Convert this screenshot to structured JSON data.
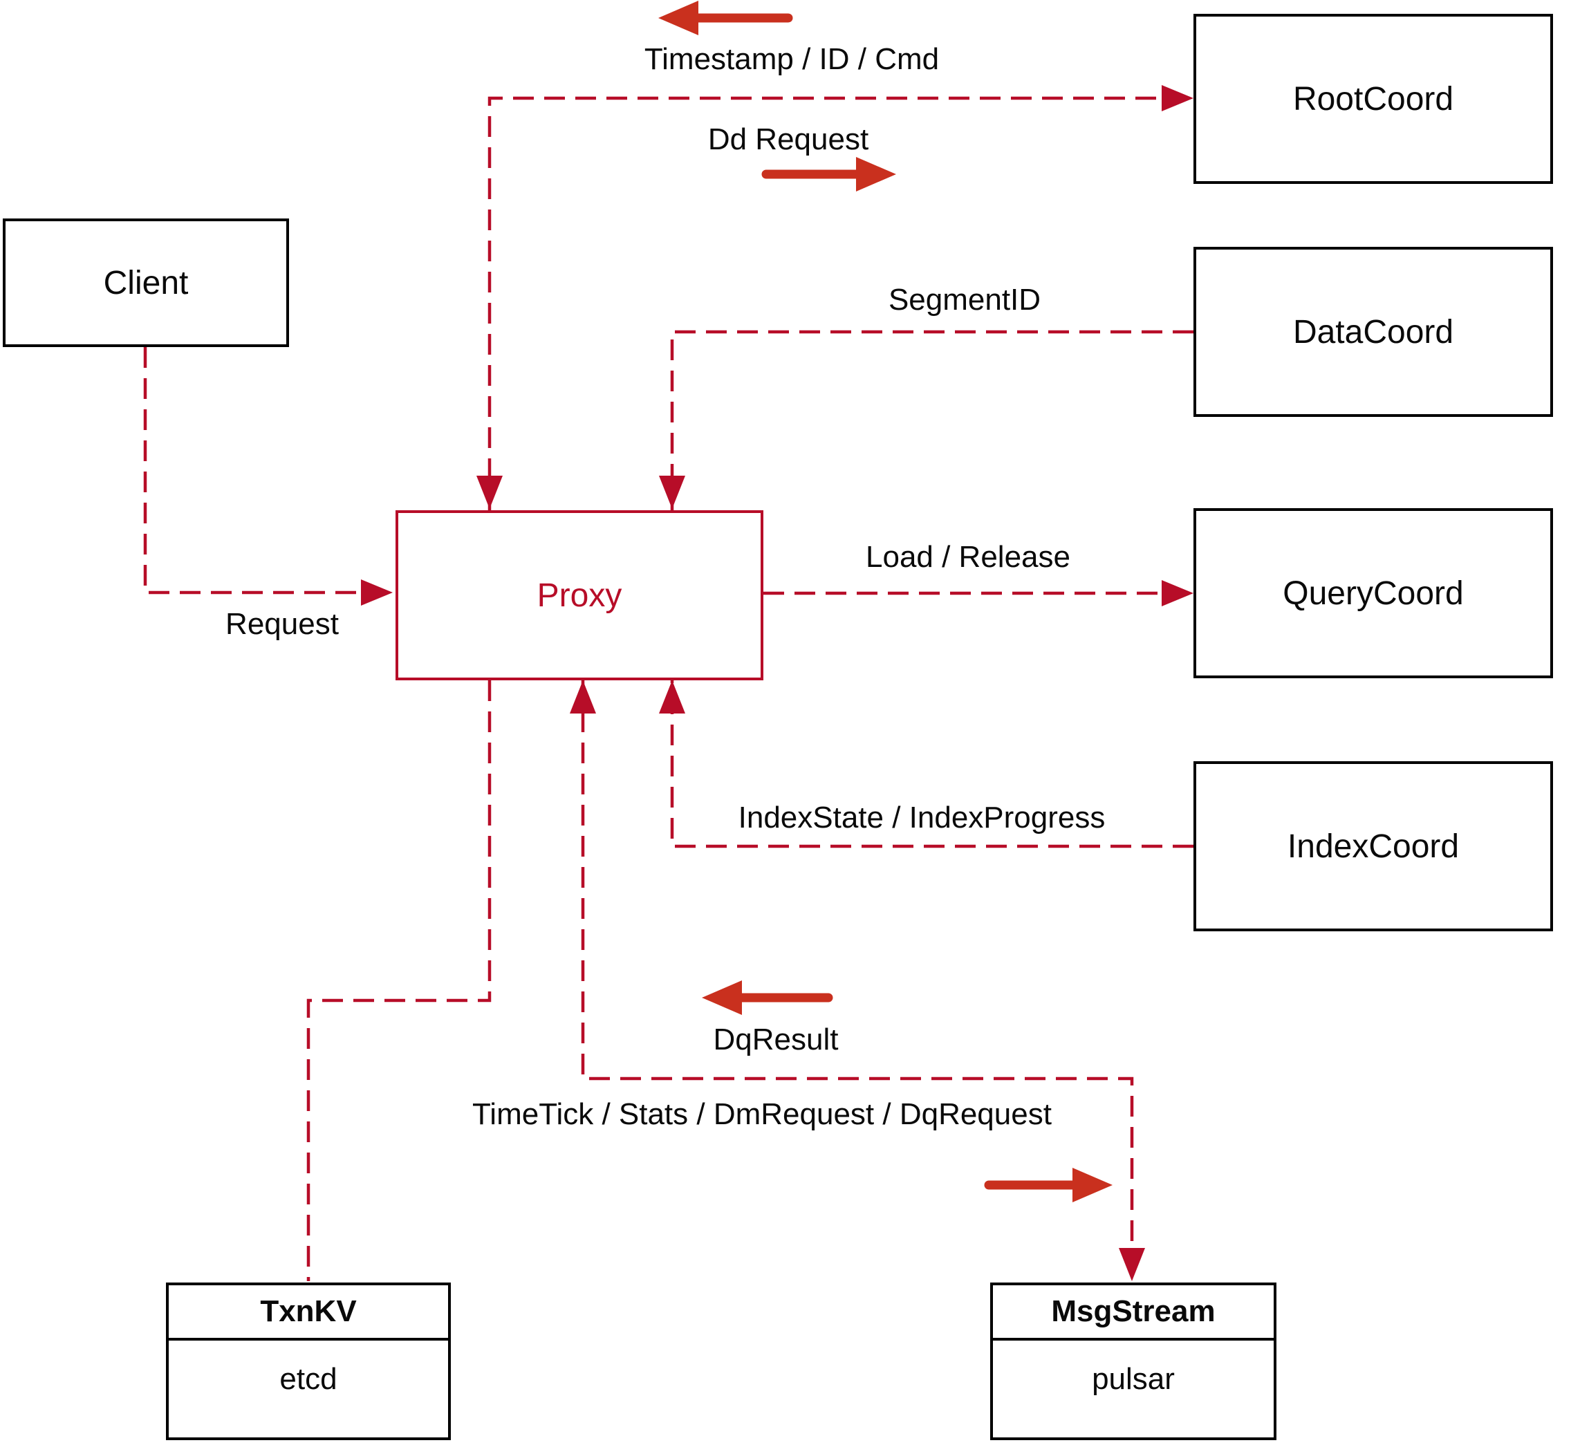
{
  "diagram": {
    "type": "architecture-flow",
    "accent_colors": {
      "dashed_line": "#b70d28",
      "solid_arrow": "#c9301e",
      "proxy_accent": "#b70d28",
      "node_border": "#000000",
      "text": "#0a0a0a",
      "background": "#ffffff"
    },
    "nodes": {
      "client": {
        "label": "Client"
      },
      "proxy": {
        "label": "Proxy"
      },
      "rootcoord": {
        "label": "RootCoord"
      },
      "datacoord": {
        "label": "DataCoord"
      },
      "querycoord": {
        "label": "QueryCoord"
      },
      "indexcoord": {
        "label": "IndexCoord"
      },
      "txnkv": {
        "title": "TxnKV",
        "impl": "etcd"
      },
      "msgstream": {
        "title": "MsgStream",
        "impl": "pulsar"
      }
    },
    "edge_labels": {
      "timestamp_id_cmd": "Timestamp / ID / Cmd",
      "dd_request": "Dd Request",
      "segment_id": "SegmentID",
      "load_release": "Load / Release",
      "request": "Request",
      "index_state": "IndexState / IndexProgress",
      "dq_result": "DqResult",
      "timetick": "TimeTick / Stats / DmRequest / DqRequest"
    },
    "edges": [
      {
        "from": "Client",
        "to": "Proxy",
        "label_key": "request",
        "style": "dashed-arrow"
      },
      {
        "from": "Proxy",
        "to": "RootCoord",
        "label_keys": [
          "timestamp_id_cmd",
          "dd_request"
        ],
        "style": "dashed-arrow-both"
      },
      {
        "from": "DataCoord",
        "to": "Proxy",
        "label_key": "segment_id",
        "style": "dashed-arrow"
      },
      {
        "from": "Proxy",
        "to": "QueryCoord",
        "label_key": "load_release",
        "style": "dashed-arrow"
      },
      {
        "from": "IndexCoord",
        "to": "Proxy",
        "label_key": "index_state",
        "style": "dashed-arrow"
      },
      {
        "from": "Proxy",
        "to": "MsgStream",
        "label_keys": [
          "dq_result",
          "timetick"
        ],
        "style": "dashed-arrow-both"
      },
      {
        "from": "Proxy",
        "to": "TxnKV",
        "style": "dashed"
      }
    ]
  }
}
